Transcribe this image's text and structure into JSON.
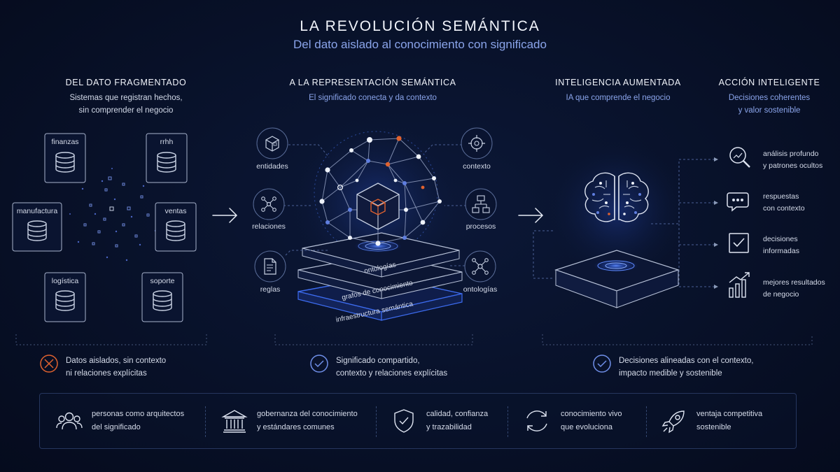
{
  "header": {
    "title": "LA REVOLUCIÓN SEMÁNTICA",
    "subtitle": "Del dato aislado al conocimiento con significado"
  },
  "sections": [
    {
      "title": "DEL DATO FRAGMENTADO",
      "subtitle_1": "Sistemas que registran hechos,",
      "subtitle_2": "sin comprender el negocio"
    },
    {
      "title": "A LA REPRESENTACIÓN SEMÁNTICA",
      "subtitle_1": "El significado conecta y da contexto"
    },
    {
      "title": "INTELIGENCIA AUMENTADA",
      "subtitle_1": "IA que comprende el negocio"
    },
    {
      "title": "ACCIÓN INTELIGENTE",
      "subtitle_1": "Decisiones coherentes",
      "subtitle_2": "y valor sostenible"
    }
  ],
  "silos": [
    "finanzas",
    "rrhh",
    "manufactura",
    "ventas",
    "logística",
    "soporte"
  ],
  "semantic_items": [
    "entidades",
    "contexto",
    "relaciones",
    "procesos",
    "reglas",
    "ontologías"
  ],
  "layers": [
    "ontologías",
    "grafos de conocimiento",
    "infraestructura semántica"
  ],
  "outcomes": [
    {
      "line1": "análisis profundo",
      "line2": "y patrones ocultos",
      "icon": "magnifier-chart-icon"
    },
    {
      "line1": "respuestas",
      "line2": "con contexto",
      "icon": "chat-bubble-icon"
    },
    {
      "line1": "decisiones",
      "line2": "informadas",
      "icon": "checkbox-icon"
    },
    {
      "line1": "mejores resultados",
      "line2": "de negocio",
      "icon": "growth-chart-icon"
    }
  ],
  "conclusions": [
    {
      "line1": "Datos aislados, sin contexto",
      "line2": "ni relaciones explícitas",
      "status": "negative",
      "color": "#e0622f"
    },
    {
      "line1": "Significado compartido,",
      "line2": "contexto y relaciones explícitas",
      "status": "positive",
      "color": "#6f8fe8"
    },
    {
      "line1": "Decisiones alineadas con el contexto,",
      "line2": "impacto medible y sostenible",
      "status": "positive",
      "color": "#6f8fe8"
    }
  ],
  "pillars": [
    {
      "line1": "personas como arquitectos",
      "line2": "del significado",
      "icon": "people-icon"
    },
    {
      "line1": "gobernanza del conocimiento",
      "line2": "y estándares comunes",
      "icon": "institution-icon"
    },
    {
      "line1": "calidad, confianza",
      "line2": "y trazabilidad",
      "icon": "shield-check-icon"
    },
    {
      "line1": "conocimiento vivo",
      "line2": "que evoluciona",
      "icon": "cycle-icon"
    },
    {
      "line1": "ventaja competitiva",
      "line2": "sostenible",
      "icon": "rocket-icon"
    }
  ],
  "colors": {
    "background": "#081129",
    "accent_blue": "#3d6cf0",
    "accent_orange": "#e0622f",
    "text_blue": "#8aa4ea",
    "line": "#c9d2e4"
  }
}
